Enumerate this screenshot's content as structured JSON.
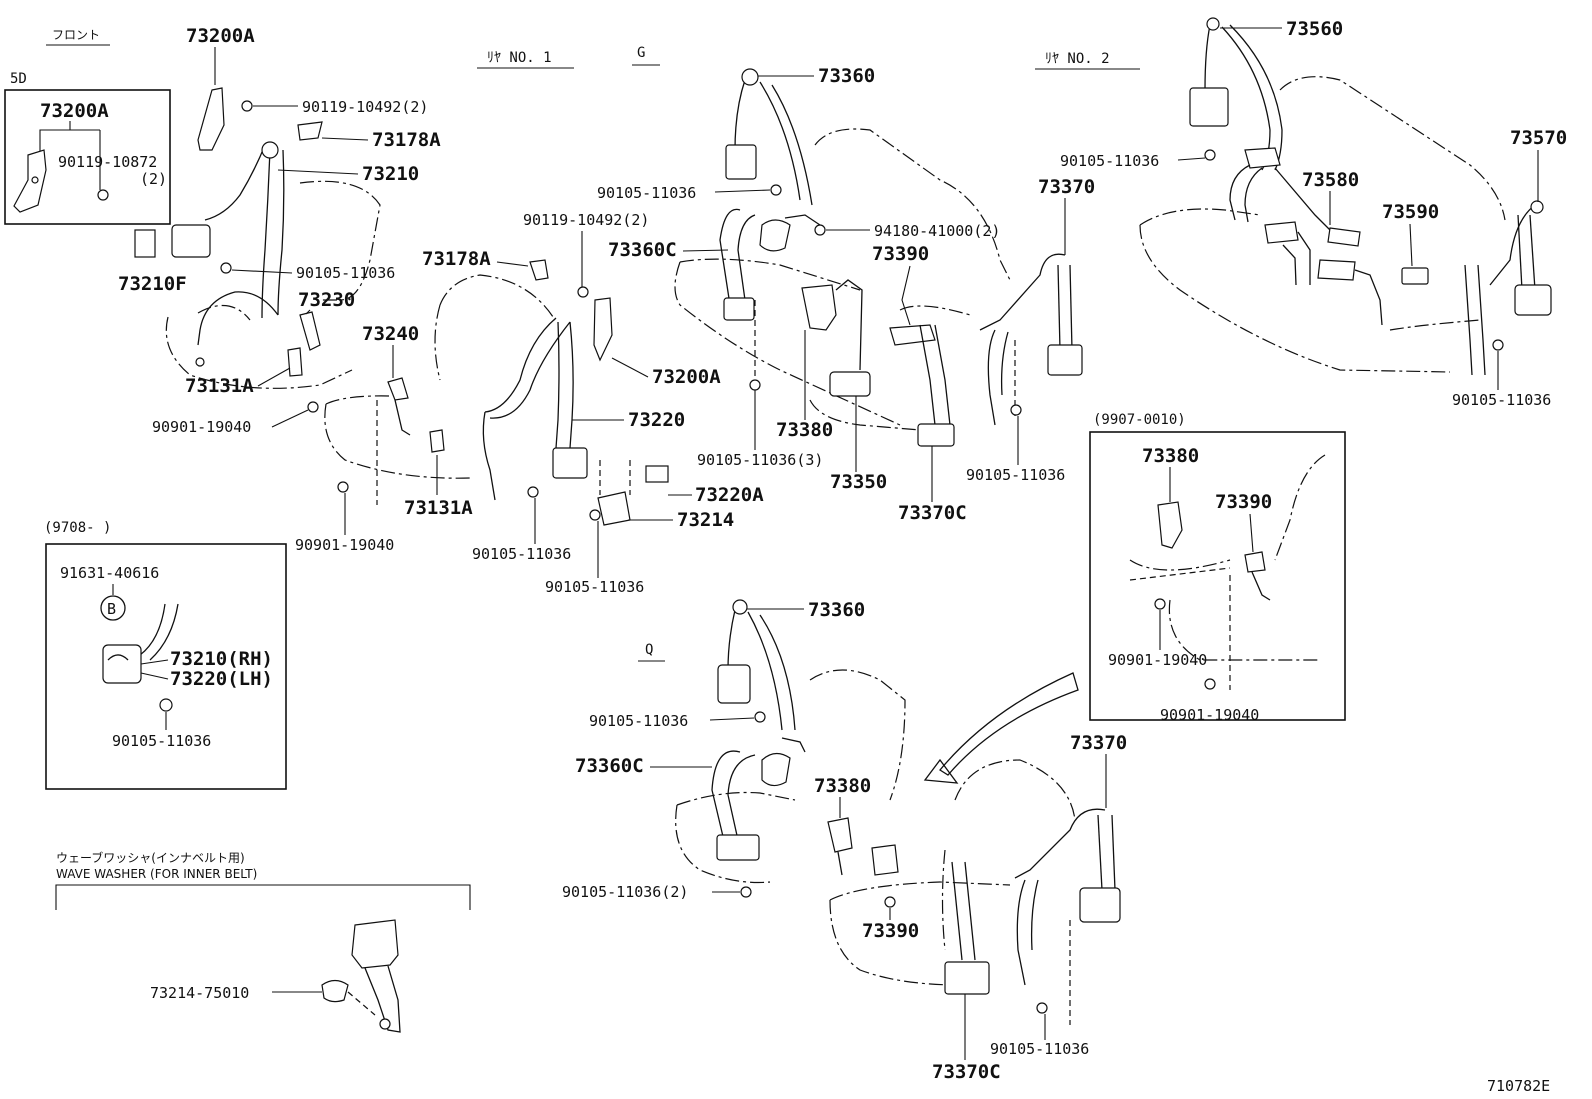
{
  "front_label": "フロント",
  "rear1_label": "ﾘﾔ NO. 1",
  "rear2_label": "ﾘﾔ NO. 2",
  "g_label": "G",
  "q_label": "Q",
  "inset_5d": {
    "label": "5D",
    "part1": "73200A",
    "part2a": "90119-10872",
    "part2b": "(2)"
  },
  "inset_9708": {
    "label": "(9708-        )",
    "part1": "91631-40616",
    "circle": "B",
    "part2": "73210(RH)",
    "part3": "73220(LH)",
    "part4": "90105-11036"
  },
  "inset_9907": {
    "label": "(9907-0010)",
    "part1": "73380",
    "part2": "73390",
    "part3": "90901-19040",
    "part4": "90901-19040"
  },
  "wave_washer": {
    "label_jp": "ウェーブワッシャ(インナベルト用)",
    "label_en": "WAVE WASHER (FOR INNER BELT)",
    "part": "73214-75010"
  },
  "diagram_code": "710782E",
  "parts": {
    "p73200A_top": "73200A",
    "p90119_10492_a": "90119-10492(2)",
    "p73178A_a": "73178A",
    "p73210": "73210",
    "p90105_a": "90105-11036",
    "p73210F": "73210F",
    "p73230": "73230",
    "p73131A_a": "73131A",
    "p73240": "73240",
    "p90901_a": "90901-19040",
    "p90901_b": "90901-19040",
    "p73131A_b": "73131A",
    "p90119_10492_b": "90119-10492(2)",
    "p73178A_b": "73178A",
    "p73200A_mid": "73200A",
    "p73220": "73220",
    "p73220A": "73220A",
    "p73214": "73214",
    "p90105_b": "90105-11036",
    "p90105_c": "90105-11036",
    "p73360_g": "73360",
    "p90105_d": "90105-11036",
    "p94180": "94180-41000(2)",
    "p73360C_g": "73360C",
    "p73390_g": "73390",
    "p73380_g": "73380",
    "p90105_e": "90105-11036(3)",
    "p73350": "73350",
    "p73370C_g": "73370C",
    "p73370_g": "73370",
    "p90105_f": "90105-11036",
    "p90105_g": "90105-11036",
    "p73560": "73560",
    "p73570": "73570",
    "p73580": "73580",
    "p73590": "73590",
    "p90105_h": "90105-11036",
    "p73360_q": "73360",
    "p90105_i": "90105-11036",
    "p73360C_q": "73360C",
    "p73380_q": "73380",
    "p90105_j": "90105-11036(2)",
    "p73390_q": "73390",
    "p73370_q": "73370",
    "p90105_k": "90105-11036",
    "p73370C_q": "73370C"
  }
}
